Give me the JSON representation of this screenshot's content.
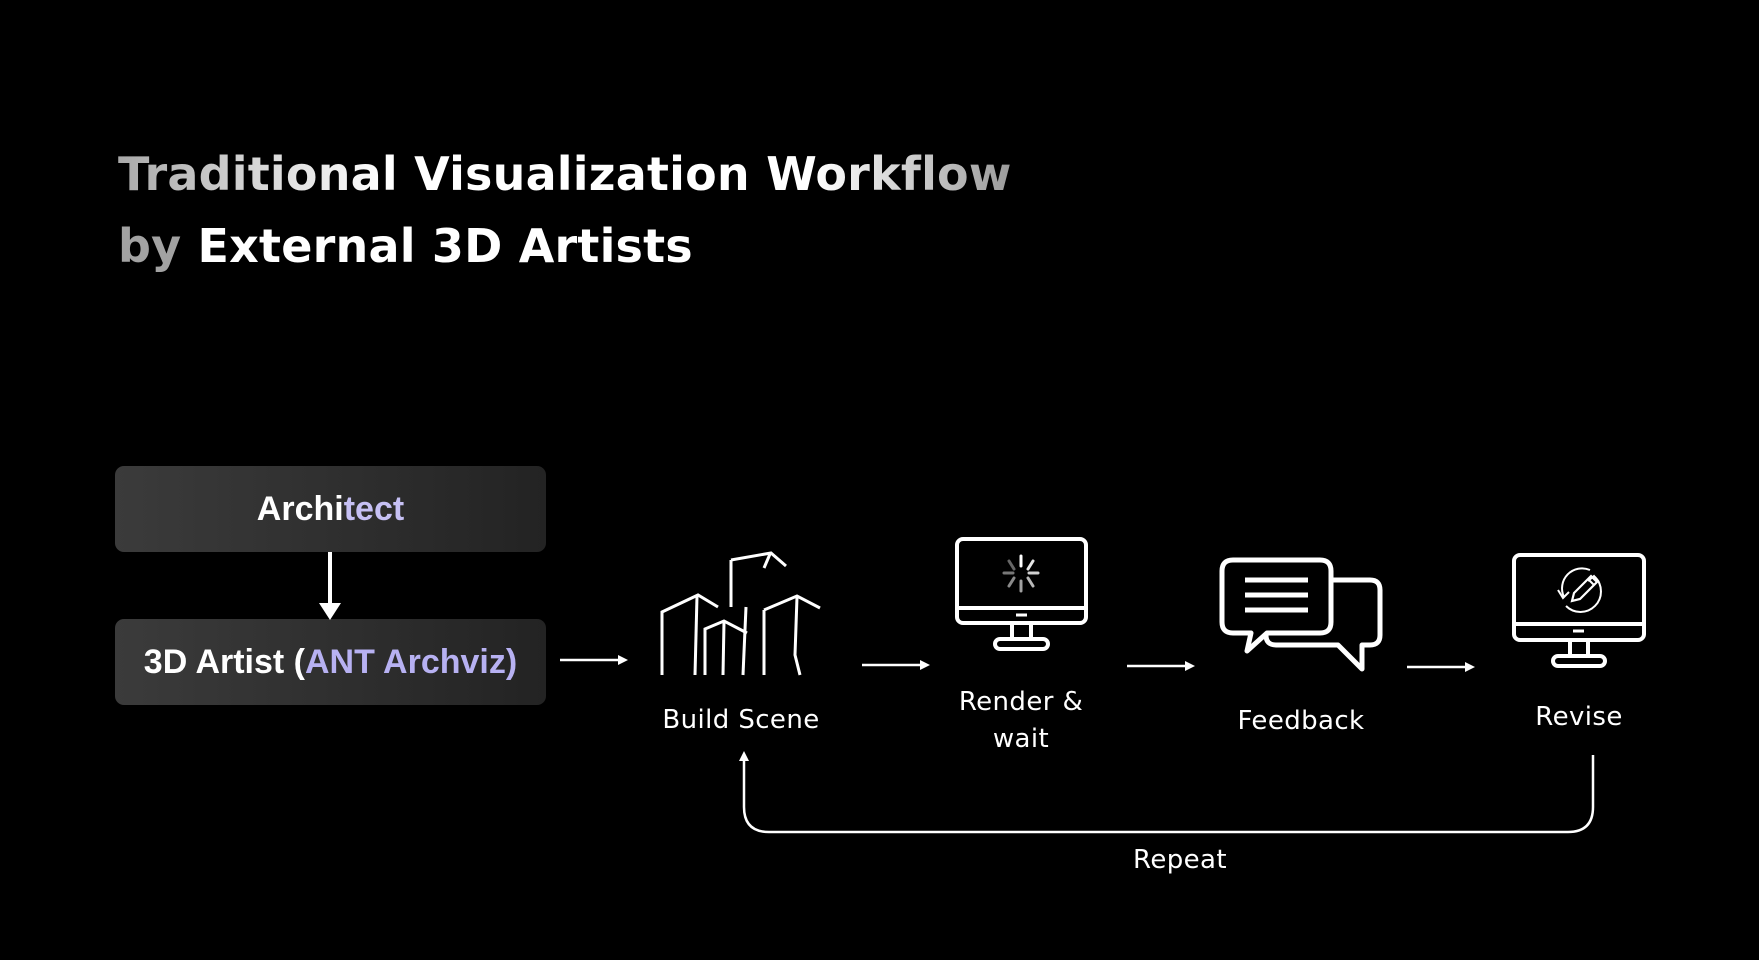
{
  "title": {
    "line1": "Traditional Visualization Workflow",
    "line2_prefix": "by",
    "line2_rest": "External 3D Artists"
  },
  "roles": {
    "architect": {
      "part1": "Archi",
      "part2": "tect"
    },
    "artist": {
      "part1": "3D Artist (",
      "part2": "ANT Archviz)"
    }
  },
  "steps": [
    {
      "label": "Build Scene",
      "icon": "buildings-icon"
    },
    {
      "label_line1": "Render &",
      "label_line2": "wait",
      "icon": "monitor-loading-icon"
    },
    {
      "label": "Feedback",
      "icon": "chat-bubbles-icon"
    },
    {
      "label": "Revise",
      "icon": "monitor-edit-icon"
    }
  ],
  "loop": {
    "label": "Repeat"
  },
  "colors": {
    "background": "#000000",
    "box_fill": "#2e2e2e",
    "accent_lavender": "#b7b1f2",
    "title_muted": "#a2a2a2"
  }
}
